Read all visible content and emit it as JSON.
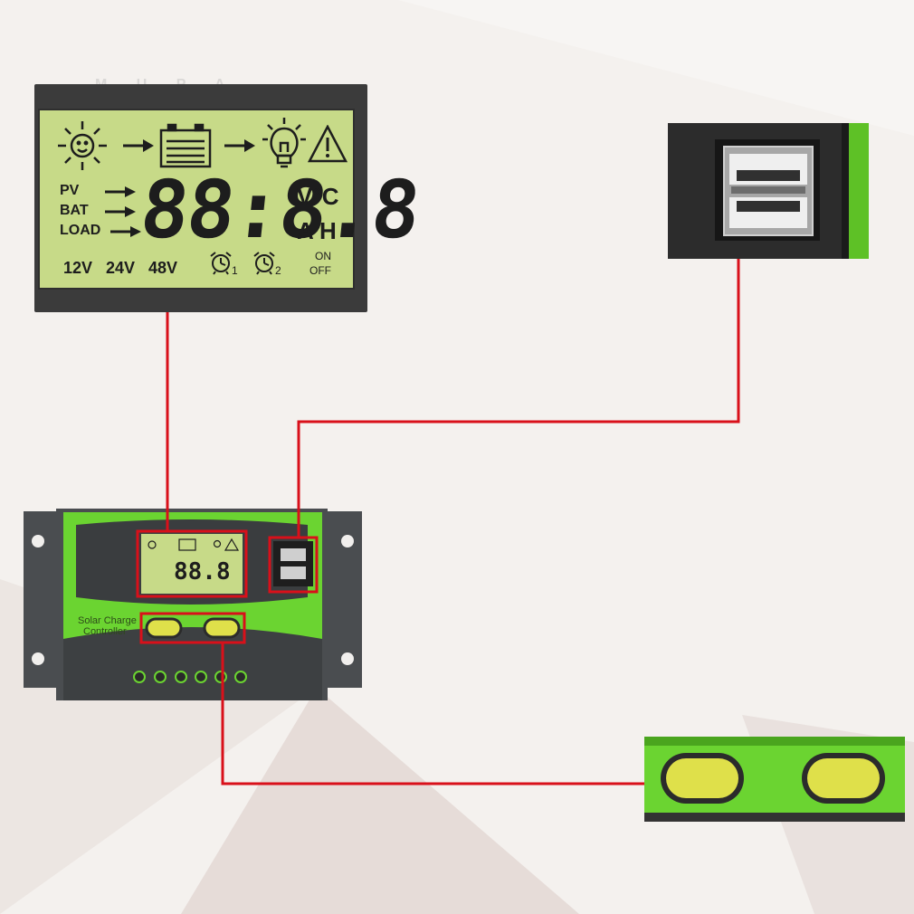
{
  "lcd": {
    "pv": "PV",
    "bat": "BAT",
    "load": "LOAD",
    "digits": "88:8.8",
    "unit_vc": "V°C",
    "unit_ah": "A H",
    "voltages": [
      "12V",
      "24V",
      "48V"
    ],
    "timer_1": "1",
    "timer_2": "2",
    "on": "ON",
    "off": "OFF"
  },
  "controller": {
    "label_line1": "Solar Charge",
    "label_line2": "Controller"
  },
  "watermark": "M U P A",
  "colors": {
    "lcd_green": "#c7da88",
    "case_green": "#6bd431",
    "case_dark": "#3a3d3f",
    "button_yellow": "#dfe04a",
    "callout_red": "#d9101a"
  }
}
